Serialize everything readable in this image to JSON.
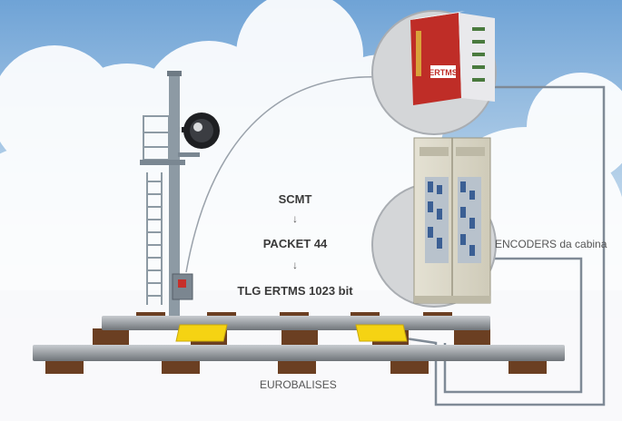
{
  "flow": {
    "step1": "SCMT",
    "arrow": "↓",
    "step2": "PACKET 44",
    "step3": "TLG ERTMS 1023 bit"
  },
  "labels": {
    "encoders": "ENCODERS da cabina",
    "eurobalises": "EUROBALISES",
    "device_brand": "ERTMS"
  },
  "icons": {
    "signal": "signal-light-icon",
    "encoder": "encoder-unit-icon",
    "cabinet": "equipment-cabinet-icon",
    "balise": "balise-icon"
  },
  "colors": {
    "sky_top": "#6fa3d6",
    "sky_bottom": "#eaf2fa",
    "balise": "#f5d313",
    "rail": "#8e9297",
    "sleeper": "#6b3f22",
    "cable": "#7f8a96",
    "encoder_red": "#c0302a"
  }
}
